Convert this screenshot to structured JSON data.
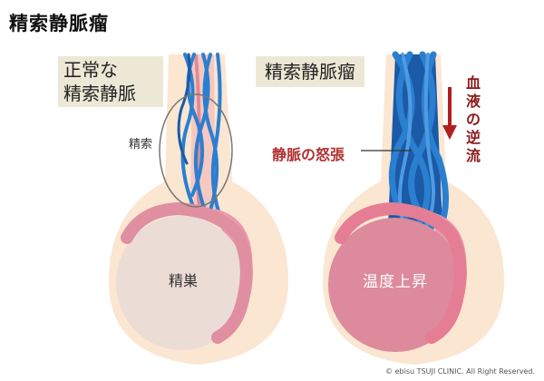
{
  "title": "精索静脈瘤",
  "normal": {
    "label_line1": "正常な",
    "label_line2": "精索静脈",
    "cord_label": "精索",
    "testis_label": "精巣"
  },
  "varicocele": {
    "label": "精索静脈瘤",
    "dilation_label": "静脈の怒張",
    "reflux_label": "血液の逆流",
    "testis_label": "温度上昇"
  },
  "copyright": "© ebisu TSUJI CLINIC. All Right Reserved.",
  "colors": {
    "vein_blue": "#2b7fd0",
    "vein_dark": "#1b5aa6",
    "skin": "#fbe6d2",
    "testis_normal": "#ebdcd6",
    "testis_warm": "#dc8a9c",
    "epididymis": "#e99aab",
    "arrow": "#b21f1f"
  }
}
